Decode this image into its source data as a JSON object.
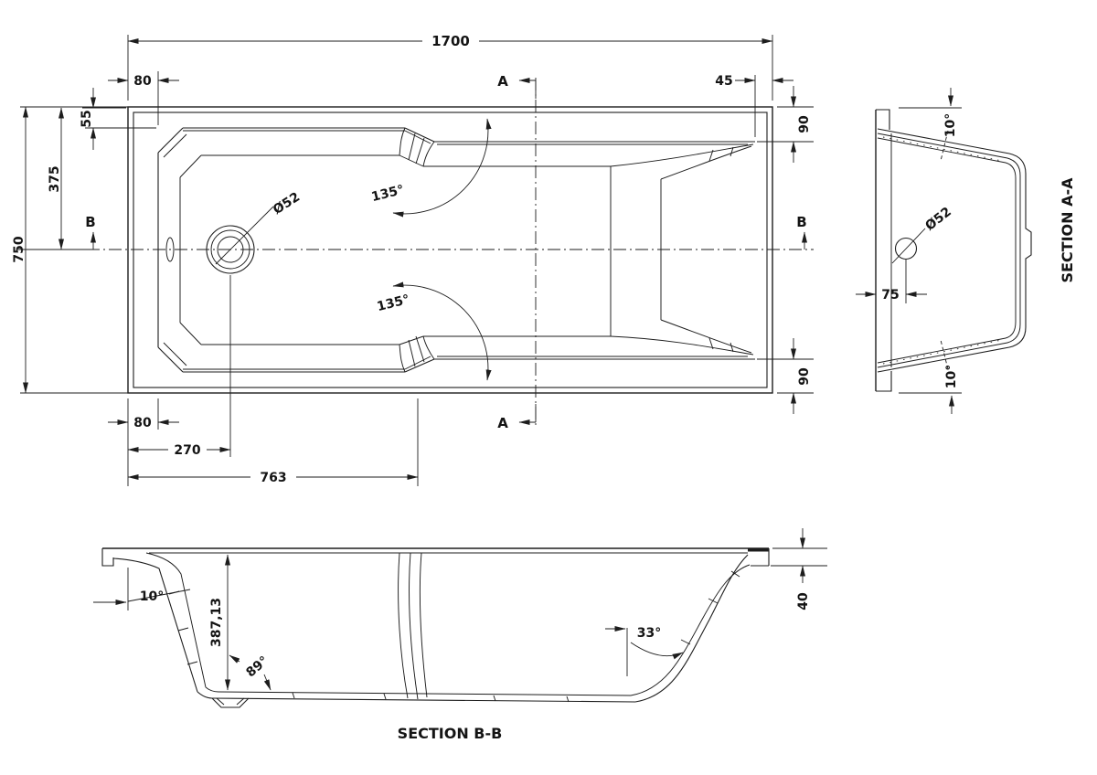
{
  "drawing": {
    "background": "#ffffff",
    "line_color": "#1d1d1d",
    "plan": {
      "dim_length": "1700",
      "dim_left_edge_top": "80",
      "dim_right_edge_top": "45",
      "dim_rim_top_left": "55",
      "dim_half_width": "375",
      "dim_width": "750",
      "dim_rim_right_top": "90",
      "dim_rim_right_bottom": "90",
      "dim_left_edge_bottom": "80",
      "dim_drain_offset": "270",
      "dim_seat_length": "763",
      "drain_diameter": "Ø52",
      "angle_transition": "135°",
      "cut_a": "A",
      "cut_b": "B"
    },
    "section_aa": {
      "title": "SECTION A-A",
      "drain_diameter": "Ø52",
      "dim_drain_depth": "75",
      "angle_rim": "10°"
    },
    "section_bb": {
      "title": "SECTION B-B",
      "dim_depth": "387,13",
      "angle_wall": "10°",
      "angle_base": "89°",
      "angle_backrest": "33°",
      "dim_rim_thickness": "40"
    }
  }
}
